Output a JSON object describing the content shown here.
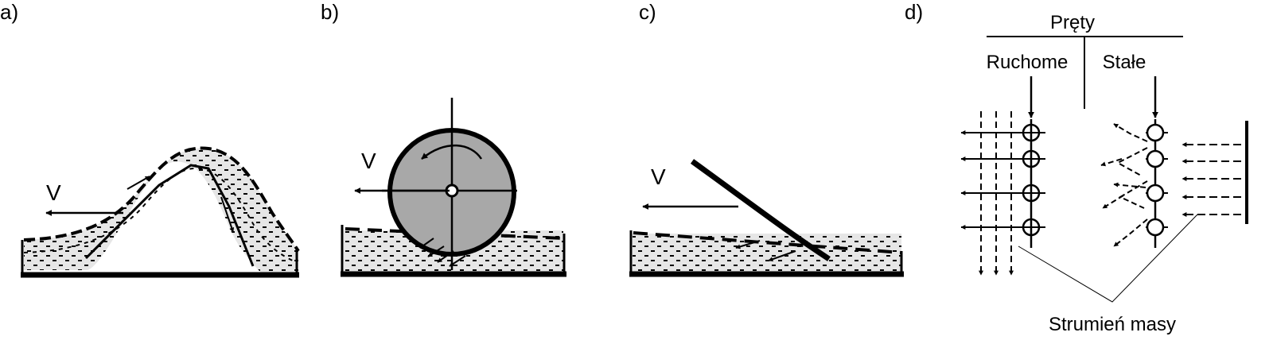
{
  "panels": {
    "a": {
      "label": "a)",
      "velocity_label": "V"
    },
    "b": {
      "label": "b)",
      "velocity_label": "V"
    },
    "c": {
      "label": "c)",
      "velocity_label": "V"
    },
    "d": {
      "label": "d)",
      "title": "Pręty",
      "left_heading": "Ruchome",
      "right_heading": "Stałe",
      "caption": "Strumień masy"
    }
  },
  "colors": {
    "ink": "#000000",
    "mass_fill": "#e6e6e6",
    "roller_fill": "#a8a8a8"
  }
}
